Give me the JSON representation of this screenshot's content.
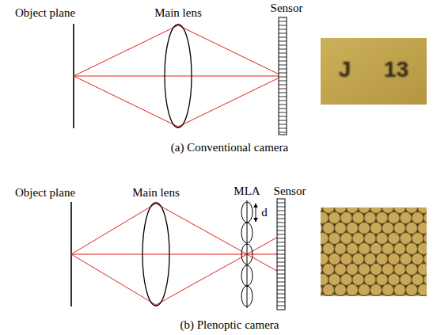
{
  "diagram": {
    "labels": [
      "Object plane",
      "Main lens",
      "Sensor",
      "J 13",
      "(a) Conventional camera",
      "Object plane",
      "Main lens",
      "MLA",
      "d",
      "Sensor",
      "(b) Plenoptic camera"
    ]
  }
}
